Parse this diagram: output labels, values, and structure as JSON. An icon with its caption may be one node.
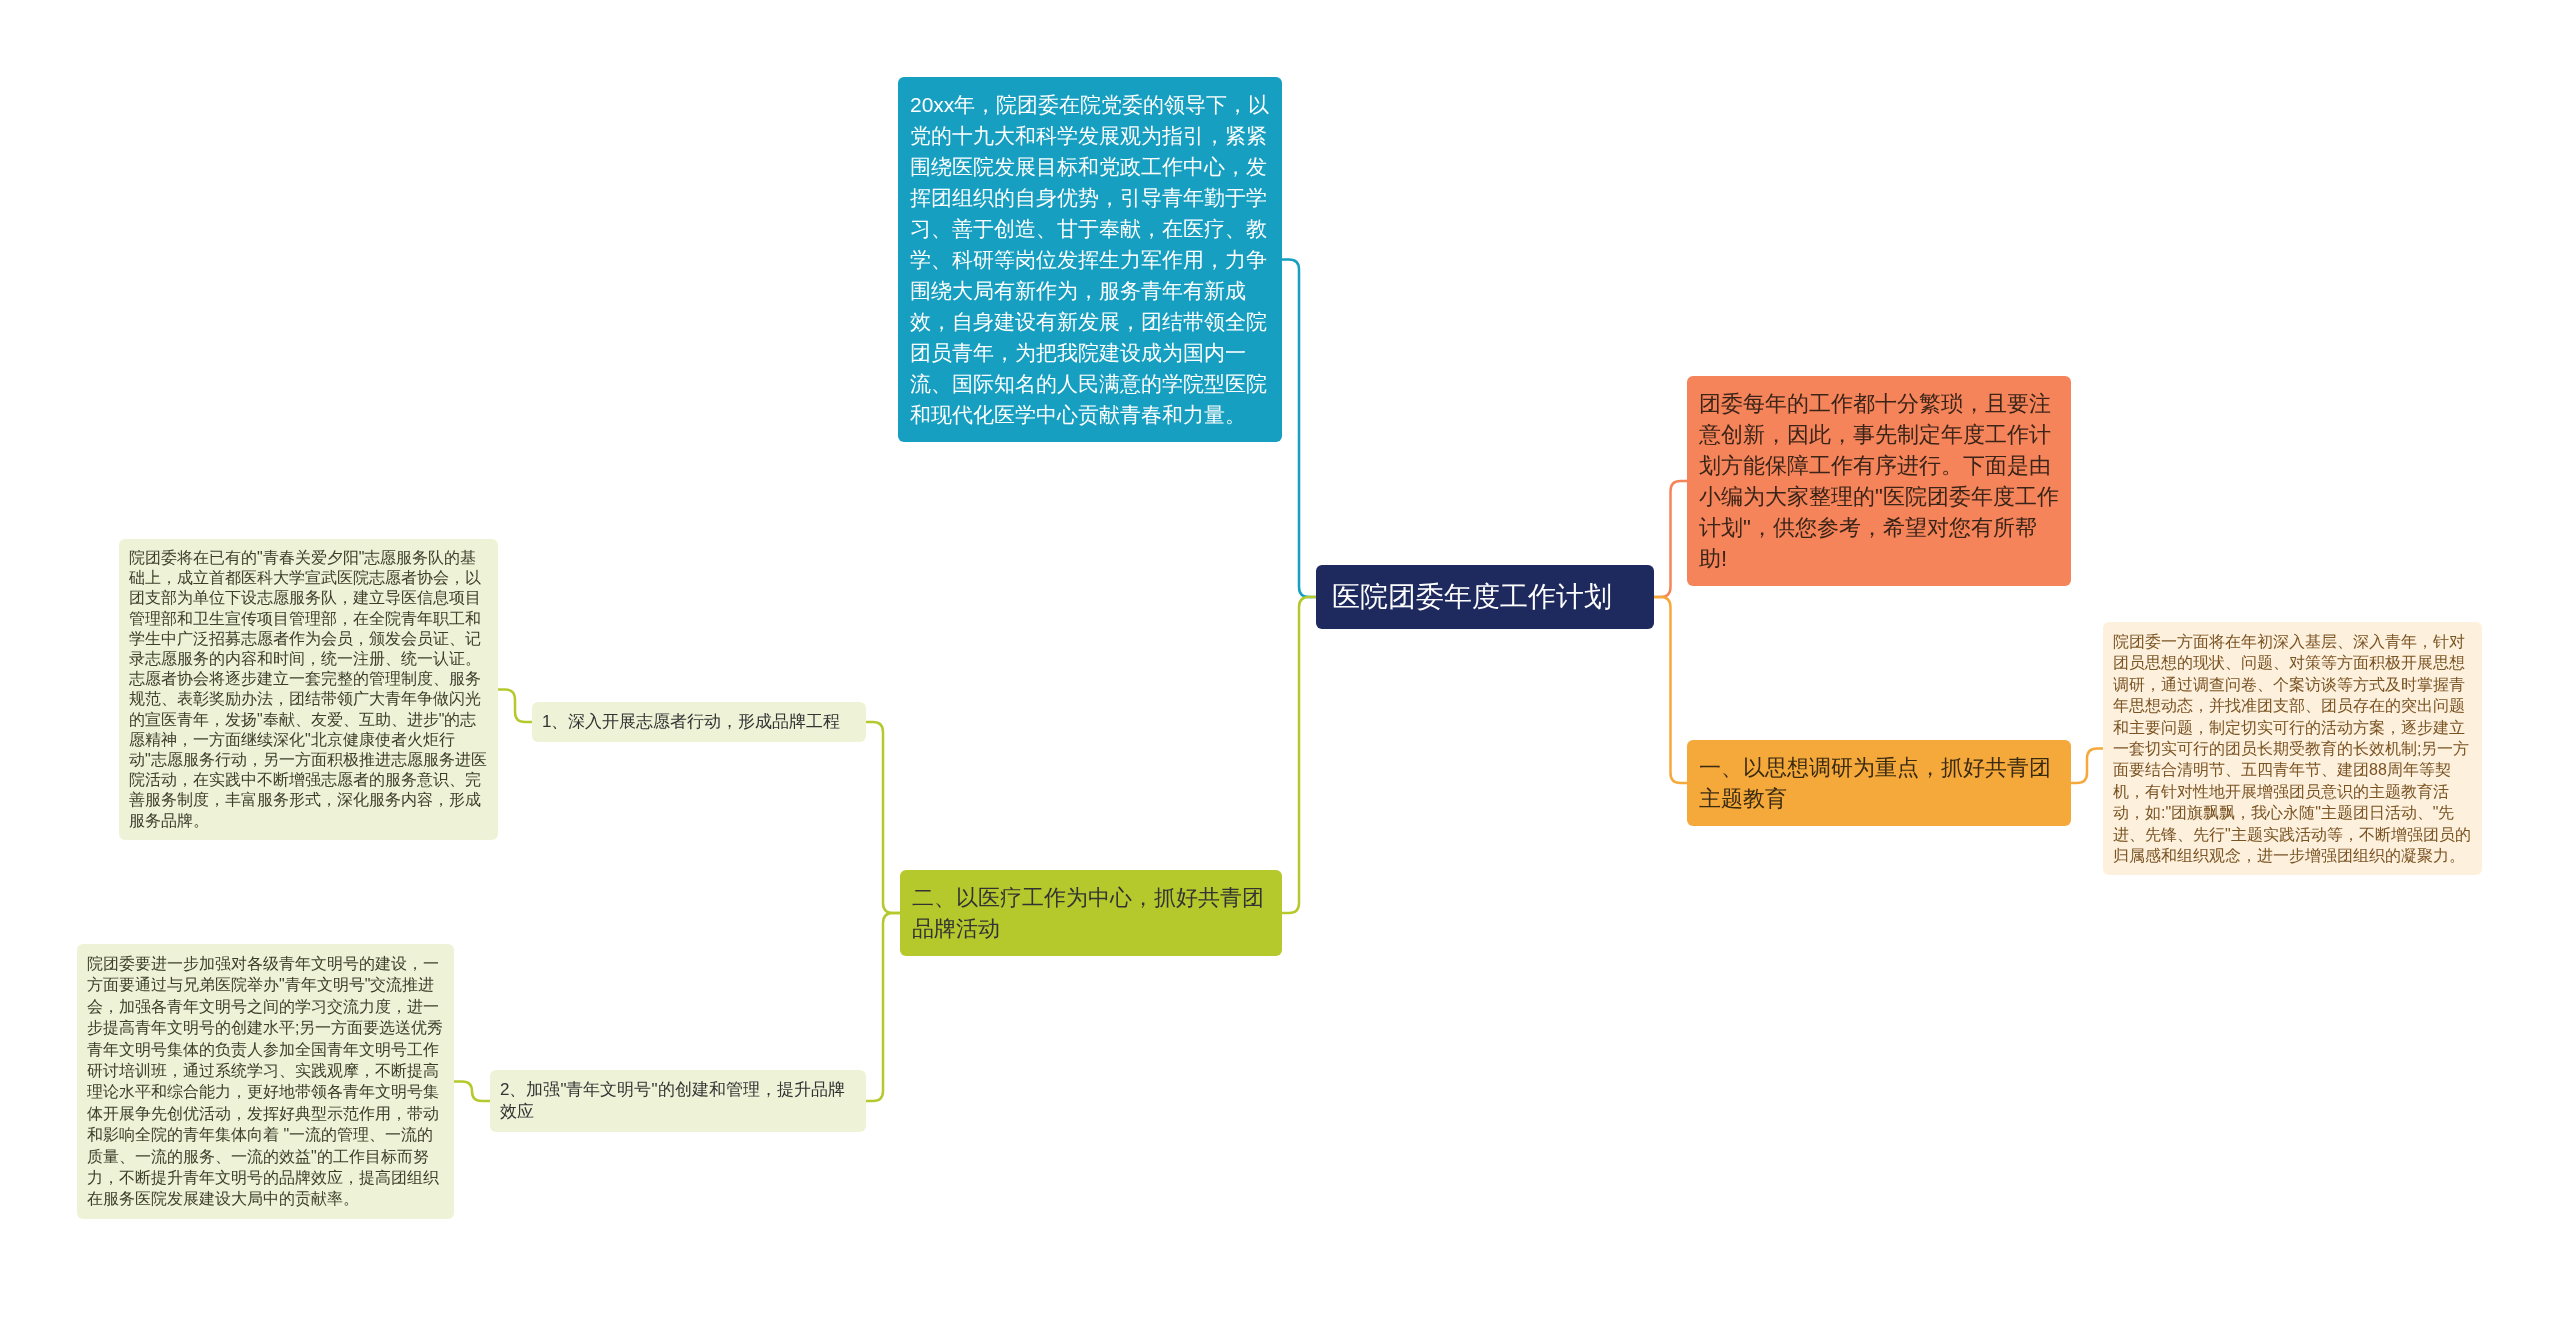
{
  "diagram": {
    "nodes": [
      {
        "text": [
          "医院团委年度工作计划"
        ]
      },
      {
        "text": [
          "20xx年，院团委在院党委的领导下，以党的十九大和科学发展观为指引，紧紧围绕医院发展目标和党政工作中心，发挥团组织的自身优势，引导青年勤于学习、善于创造、甘于奉献，在医疗、教学、科研等岗位发挥生力军作用，力争围绕大局有新作为，服务青年有新成效，自身建设有新发展，团结带领全院团员青年，为把我院建设成为国内一流、国际知名的人民满意的学院型医院和现代化医学中心贡献青春和力量。"
        ]
      },
      {
        "text": [
          "二、以医疗工作为中心，抓好共青团品牌活动"
        ]
      },
      {
        "text": [
          "1、深入开展志愿者行动，形成品牌工程"
        ]
      },
      {
        "text": [
          "院团委将在已有的\"青春关爱夕阳\"志愿服务队的基础上，成立首都医科大学宣武医院志愿者协会，以团支部为单位下设志愿服务队，建立导医信息项目管理部和卫生宣传项目管理部，在全院青年职工和学生中广泛招募志愿者作为会员，颁发会员证、记录志愿服务的内容和时间，统一注册、统一认证。志愿者协会将逐步建立一套完整的管理制度、服务规范、表彰奖励办法，团结带领广大青年争做闪光的宣医青年，发扬\"奉献、友爱、互助、进步\"的志愿精神，一方面继续深化\"北京健康使者火炬行动\"志愿服务行动，另一方面积极推进志愿服务进医院活动，在实践中不断增强志愿者的服务意识、完善服务制度，丰富服务形式，深化服务内容，形成服务品牌。"
        ]
      },
      {
        "text": [
          "2、加强\"青年文明号\"的创建和管理，提升品牌效应"
        ]
      },
      {
        "text": [
          "院团委要进一步加强对各级青年文明号的建设，一方面要通过与兄弟医院举办\"青年文明号\"交流推进会，加强各青年文明号之间的学习交流力度，进一步提高青年文明号的创建水平;另一方面要选送优秀青年文明号集体的负责人参加全国青年文明号工作研讨培训班，通过系统学习、实践观摩，不断提高理论水平和综合能力，更好地带领各青年文明号集体开展争先创优活动，发挥好典型示范作用，带动和影响全院的青年集体向着 \"一流的管理、一流的质量、一流的服务、一流的效益\"的工作目标而努力，不断提升青年文明号的品牌效应，提高团组织在服务医院发展建设大局中的贡献率。"
        ]
      },
      {
        "text": [
          "团委每年的工作都十分繁琐，且要注意创新，因此，事先制定年度工作计划方能保障工作有序进行。下面是由小编为大家整理的\"医院团委年度工作计划\"，供您参考，希望对您有所帮助!"
        ]
      },
      {
        "text": [
          "一、以思想调研为重点，抓好共青团主题教育"
        ]
      },
      {
        "text": [
          "院团委一方面将在年初深入基层、深入青年，针对团员思想的现状、问题、对策等方面积极开展思想调研，通过调查问卷、个案访谈等方式及时掌握青年思想动态，并找准团支部、团员存在的突出问题和主要问题，制定切实可行的活动方案，逐步建立一套切实可行的团员长期受教育的长效机制;另一方面要结合清明节、五四青年节、建团88周年等契机，有针对性地开展增强团员意识的主题教育活动，如:\"团旗飘飘，我心永随\"主题团日活动、\"先进、先锋、先行\"主题实践活动等，不断增强团员的归属感和组织观念，进一步增强团组织的凝聚力。"
        ]
      }
    ],
    "edges": [
      {
        "from": 0,
        "to": 1,
        "arrow": "none",
        "color": "#169fc0"
      },
      {
        "from": 0,
        "to": 2,
        "arrow": "none"
      },
      {
        "from": 2,
        "to": 3,
        "arrow": "none"
      },
      {
        "from": 3,
        "to": 4,
        "arrow": "none"
      },
      {
        "from": 2,
        "to": 5,
        "arrow": "none"
      },
      {
        "from": 5,
        "to": 6,
        "arrow": "none"
      },
      {
        "from": 0,
        "to": 7,
        "arrow": "none",
        "color": "#f6845a"
      },
      {
        "from": 0,
        "to": 8,
        "arrow": "none",
        "color": "#f5a93b"
      },
      {
        "from": 8,
        "to": 9,
        "arrow": "none",
        "color": "#f5a93b"
      }
    ]
  }
}
